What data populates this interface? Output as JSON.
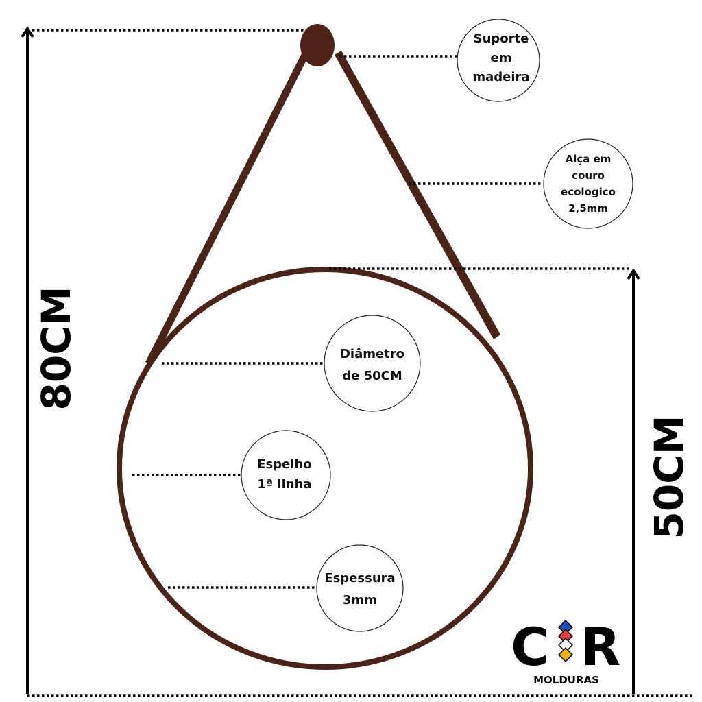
{
  "dimensions": {
    "total_height": "80CM",
    "mirror_height": "50CM"
  },
  "labels": {
    "support": [
      "Suporte",
      "em",
      "madeira"
    ],
    "strap": [
      "Alça em",
      "couro",
      "ecologico",
      "2,5mm"
    ],
    "diameter": [
      "Diâmetro",
      "de 50CM"
    ],
    "mirror": [
      "Espelho",
      "1ª linha"
    ],
    "thickness": [
      "Espessura",
      "3mm"
    ]
  },
  "logo": {
    "letters": "C R",
    "subtitle": "MOLDURAS"
  },
  "colors": {
    "frame": "#4a2418",
    "knob": "#4e2418",
    "logo_blue": "#1f4fbf",
    "logo_red": "#e53935",
    "logo_yellow": "#f0b400"
  }
}
